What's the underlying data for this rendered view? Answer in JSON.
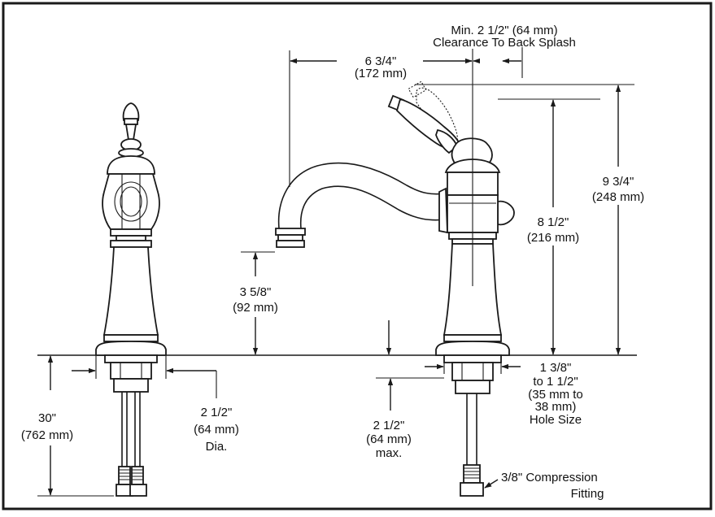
{
  "dimensions": {
    "clearance": {
      "line1": "Min. 2 1/2\" (64 mm)",
      "line2": "Clearance To Back Splash"
    },
    "spout_reach": {
      "line1": "6 3/4\"",
      "line2": "(172 mm)"
    },
    "total_height": {
      "line1": "9 3/4\"",
      "line2": "(248 mm)"
    },
    "body_height": {
      "line1": "8 1/2\"",
      "line2": "(216 mm)"
    },
    "spout_height": {
      "line1": "3 5/8\"",
      "line2": "(92 mm)"
    },
    "supply_length": {
      "line1": "30\"",
      "line2": "(762 mm)"
    },
    "base_diameter": {
      "line1": "2 1/2\"",
      "line2": "(64 mm)",
      "line3": "Dia."
    },
    "deck_thickness": {
      "line1": "2 1/2\"",
      "line2": "(64 mm)",
      "line3": "max."
    },
    "hole_size": {
      "line1": "1 3/8\"",
      "line2": "to 1 1/2\"",
      "line3": "(35 mm to",
      "line4": "38 mm)",
      "line5": "Hole Size"
    },
    "fitting": {
      "line1": "3/8\" Compression",
      "line2": "Fitting"
    }
  }
}
